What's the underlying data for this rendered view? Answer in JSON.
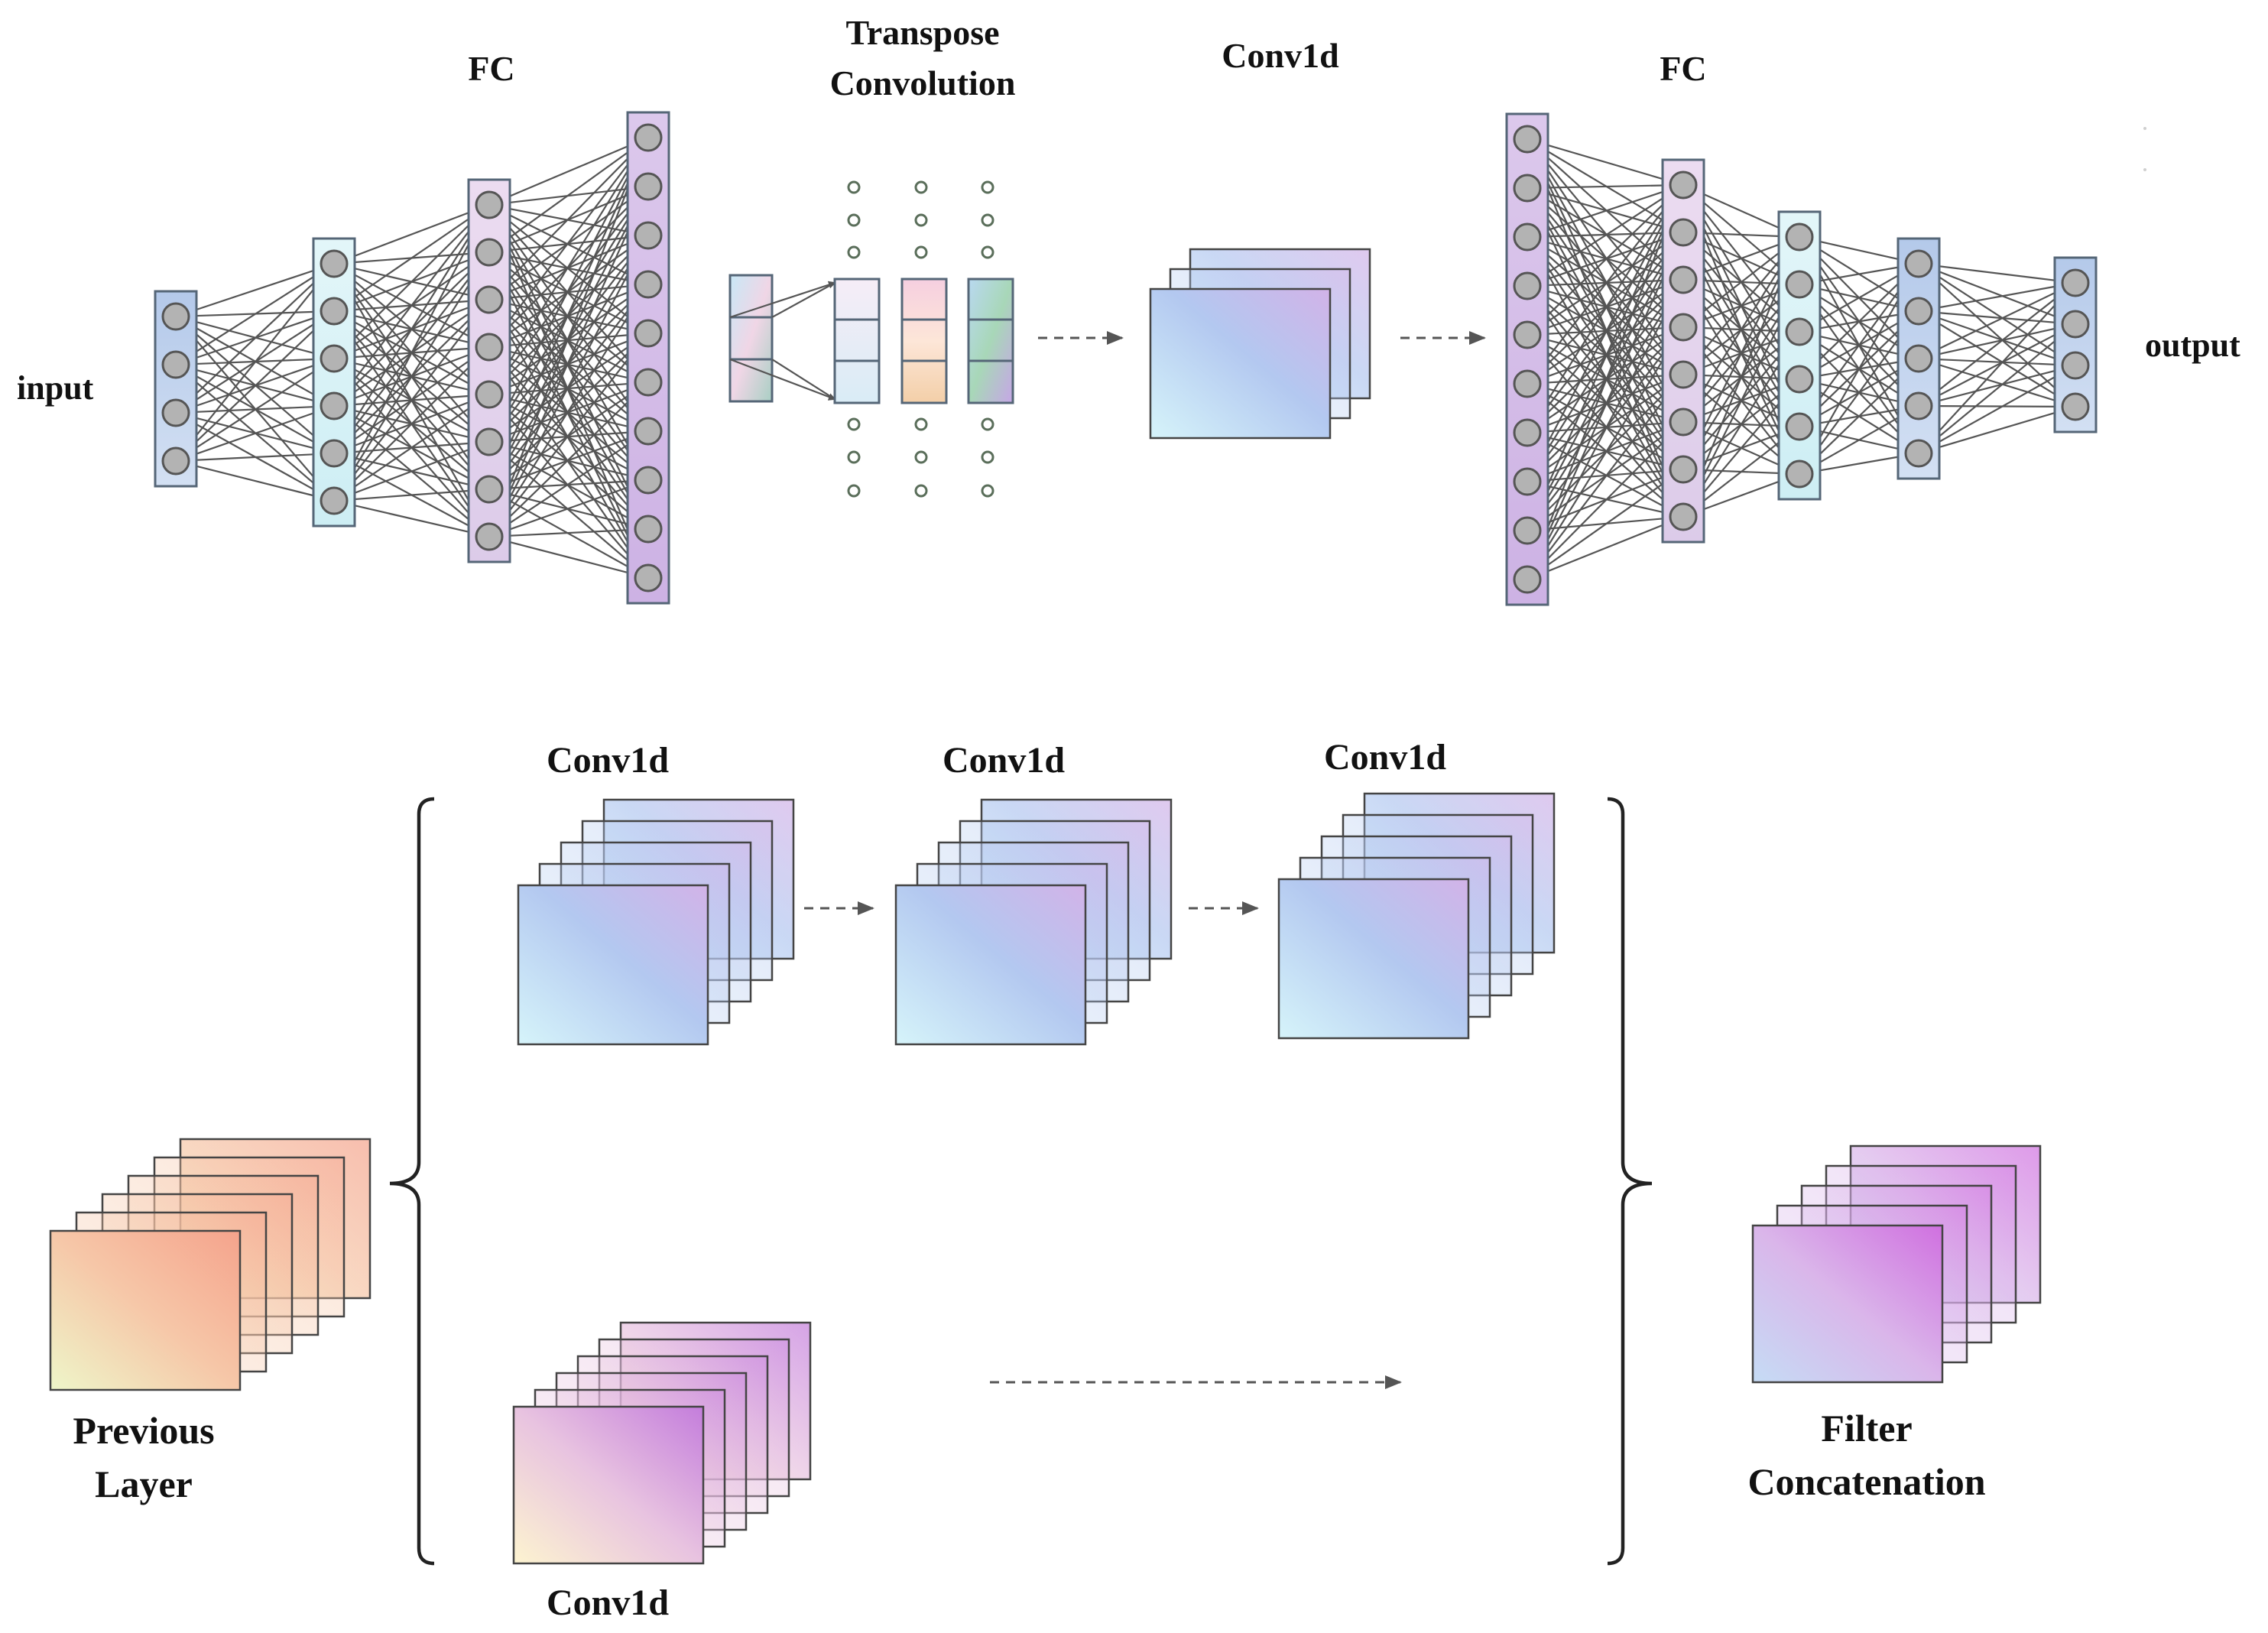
{
  "labels": {
    "input": "input",
    "fc_left": "FC",
    "transpose_line1": "Transpose",
    "transpose_line2": "Convolution",
    "conv1d_top": "Conv1d",
    "fc_right": "FC",
    "output": "output",
    "conv1d_branch_1": "Conv1d",
    "conv1d_branch_2": "Conv1d",
    "conv1d_branch_3": "Conv1d",
    "conv1d_bottom": "Conv1d",
    "previous_line1": "Previous",
    "previous_line2": "Layer",
    "filter_line1": "Filter",
    "filter_line2": "Concatenation"
  },
  "networks": {
    "encoder_node_counts": [
      4,
      6,
      8,
      10
    ],
    "decoder_node_counts": [
      10,
      8,
      6,
      5,
      4
    ]
  },
  "colors": {
    "node": "#b3b3b3",
    "connection": "#555555",
    "layer_blue": "#c6d6ee",
    "layer_cyan": "#d9f1f6",
    "layer_pink": "#e7d4ec",
    "layer_purple": "#d7bde8",
    "map_blue_purple": [
      "#d6f4fa",
      "#b3c8f0",
      "#c9a6e2"
    ],
    "map_orange": [
      "#f0f6c9",
      "#f6c2a6",
      "#f39a86"
    ],
    "map_pink_purple": [
      "#fdf4d0",
      "#e6bfe1",
      "#c47ddc"
    ],
    "map_concat": [
      "#c5dcf5",
      "#d9b5ea",
      "#cf77e2"
    ]
  }
}
